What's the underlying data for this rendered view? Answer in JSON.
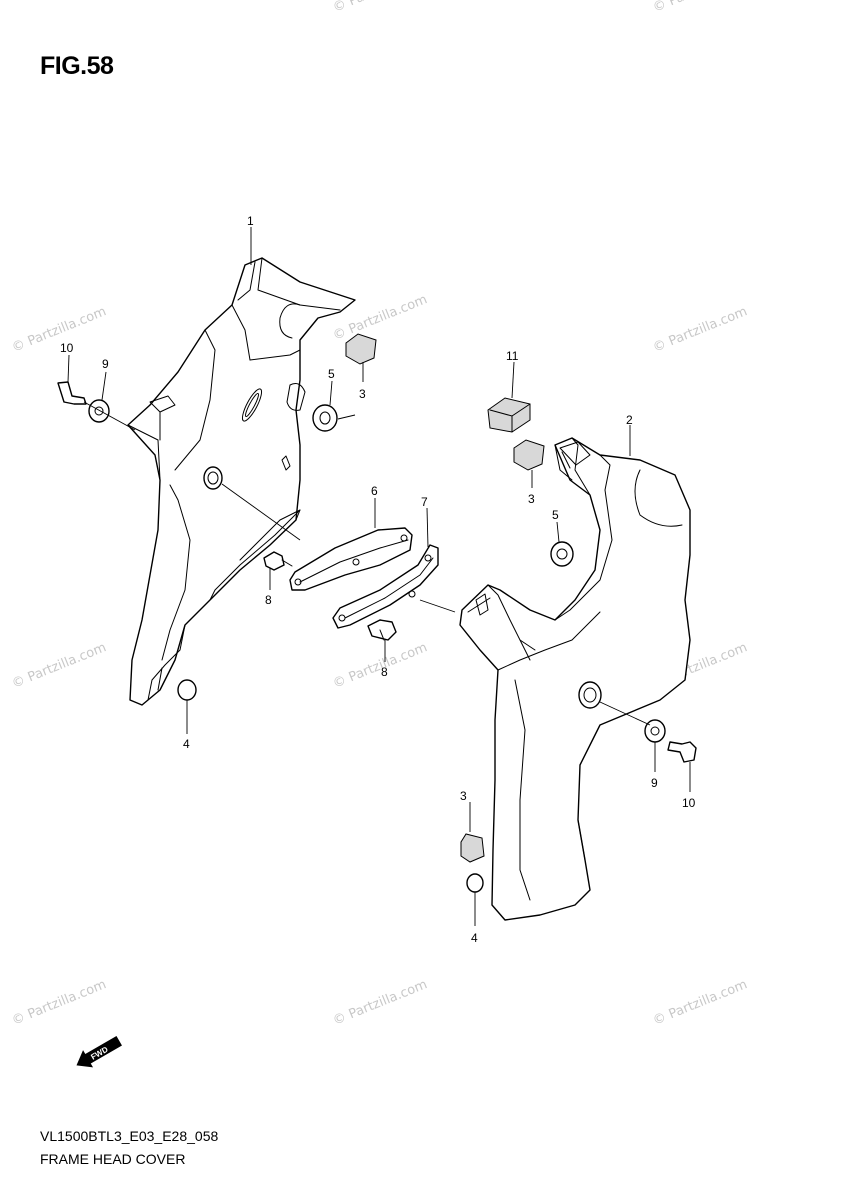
{
  "figure": {
    "title": "FIG.58"
  },
  "footer": {
    "code": "VL1500BTL3_E03_E28_058",
    "name": "FRAME HEAD COVER"
  },
  "watermark": {
    "text": "© Partzilla.com"
  },
  "fwd_label": "FWD",
  "callouts": {
    "c1": "1",
    "c2": "2",
    "c3a": "3",
    "c3b": "3",
    "c3c": "3",
    "c4a": "4",
    "c4b": "4",
    "c5a": "5",
    "c5b": "5",
    "c6": "6",
    "c7": "7",
    "c8a": "8",
    "c8b": "8",
    "c9a": "9",
    "c9b": "9",
    "c10a": "10",
    "c10b": "10",
    "c11": "11"
  }
}
